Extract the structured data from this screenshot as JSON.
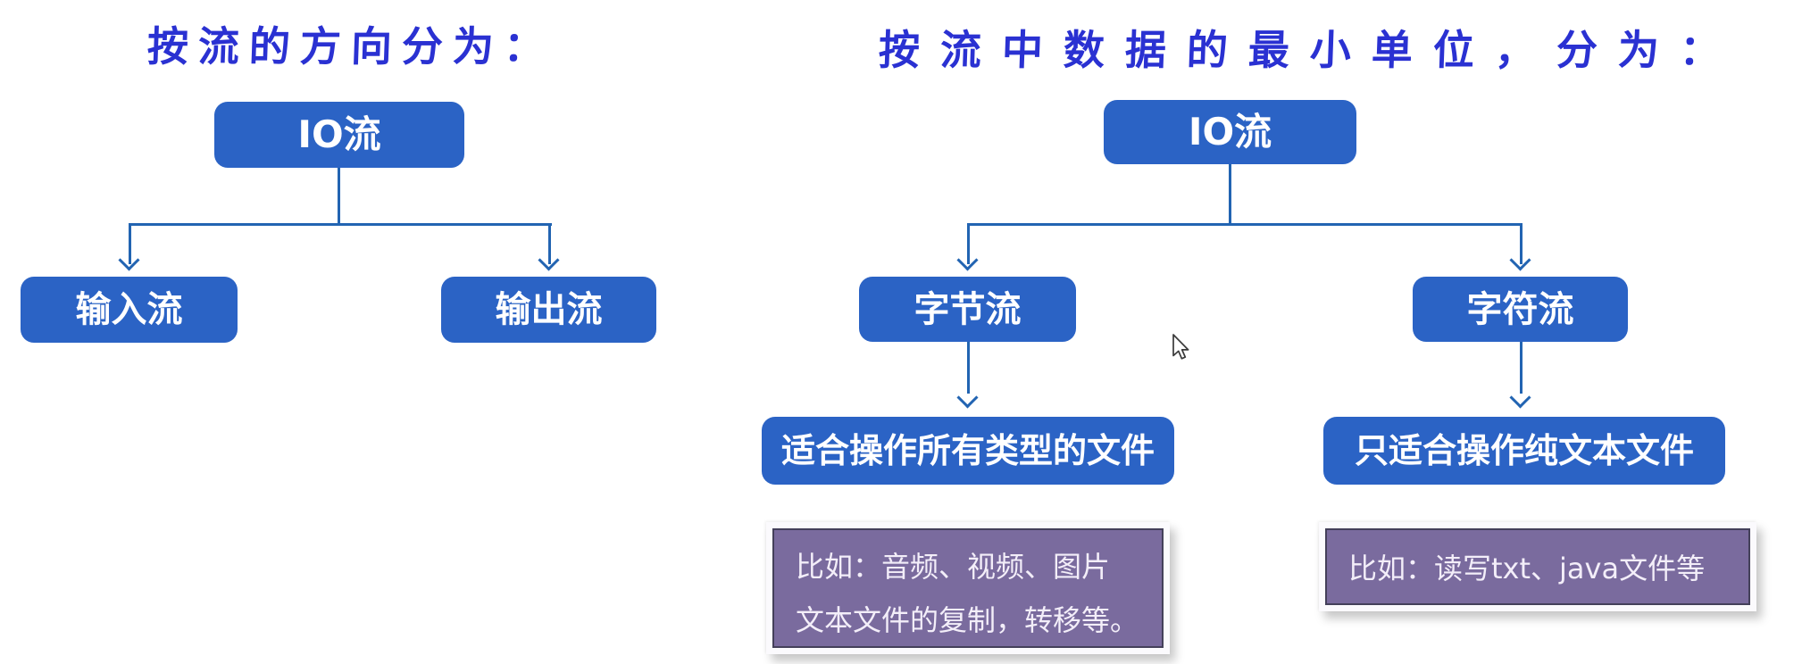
{
  "left_tree": {
    "title": "按流的方向分为：",
    "root_label": "IO流",
    "children": [
      {
        "label": "输入流"
      },
      {
        "label": "输出流"
      }
    ]
  },
  "right_tree": {
    "title": "按流中数据的最小单位，分为：",
    "root_label": "IO流",
    "children": [
      {
        "label": "字节流",
        "note": "适合操作所有类型的文件",
        "example_lines": [
          "比如：音频、视频、图片",
          "文本文件的复制，转移等。"
        ]
      },
      {
        "label": "字符流",
        "note": "只适合操作纯文本文件",
        "example_lines": [
          "比如：读写txt、java文件等"
        ]
      }
    ]
  },
  "cursor": {
    "icon": "mouse-arrow"
  },
  "colors": {
    "node_blue": "#2b63c5",
    "connector_blue": "#2264b2",
    "title_blue": "#2a31d2",
    "callout_purple": "#7a6b9e",
    "callout_border": "#44405a",
    "callout_text": "#f3eef9",
    "node_text": "#ffffff",
    "page_bg": "#ffffff"
  }
}
